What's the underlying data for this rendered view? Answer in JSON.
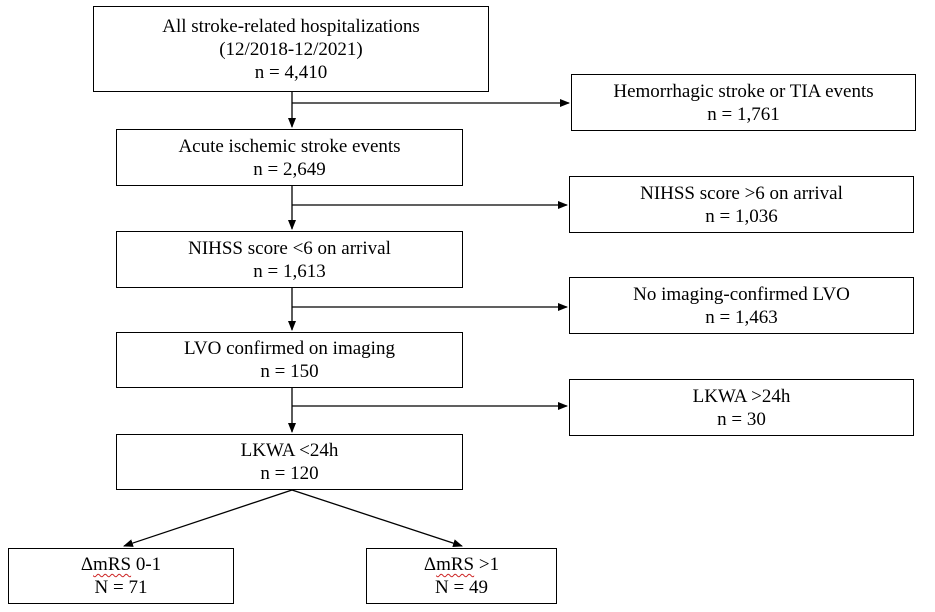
{
  "main_flow": [
    {
      "id": "all",
      "lines": [
        "All stroke-related hospitalizations",
        "(12/2018-12/2021)",
        "n = 4,410"
      ]
    },
    {
      "id": "ais",
      "lines": [
        "Acute ischemic stroke events",
        "n = 2,649"
      ]
    },
    {
      "id": "nihss_low",
      "lines": [
        "NIHSS score <6 on arrival",
        "n = 1,613"
      ]
    },
    {
      "id": "lvo",
      "lines": [
        "LVO confirmed on imaging",
        "n = 150"
      ]
    },
    {
      "id": "lkwa_low",
      "lines": [
        "LKWA <24h",
        "n = 120"
      ]
    }
  ],
  "exclusions": [
    {
      "id": "hemorrhagic",
      "lines": [
        "Hemorrhagic stroke or TIA events",
        "n = 1,761"
      ]
    },
    {
      "id": "nihss_high",
      "lines": [
        "NIHSS score >6 on arrival",
        "n = 1,036"
      ]
    },
    {
      "id": "no_lvo",
      "lines": [
        "No imaging-confirmed LVO",
        "n = 1,463"
      ]
    },
    {
      "id": "lkwa_high",
      "lines": [
        "LKWA >24h",
        "n = 30"
      ]
    }
  ],
  "outcomes": [
    {
      "id": "mrs_good",
      "prefix": "Δ",
      "label": "mRS",
      "suffix": " 0-1",
      "count": "N = 71"
    },
    {
      "id": "mrs_poor",
      "prefix": "Δ",
      "label": "mRS",
      "suffix": " >1",
      "count": "N = 49"
    }
  ]
}
